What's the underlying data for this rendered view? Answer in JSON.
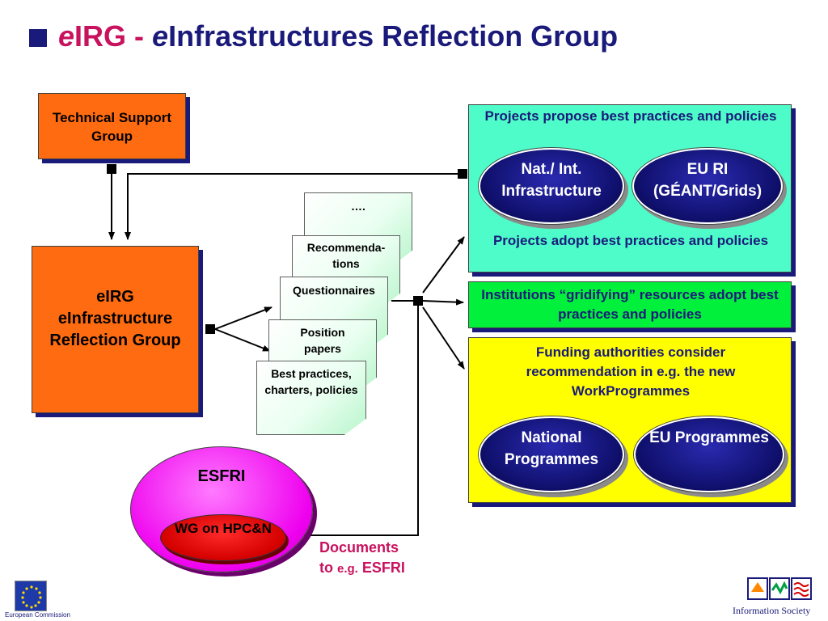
{
  "title": {
    "part1_italic": "e",
    "part1_rest": "IRG",
    "separator": " - ",
    "part2_italic": "e",
    "part2_rest": "Infrastructures Reflection Group"
  },
  "technical_support_group": "Technical Support Group",
  "eirg_box": {
    "line1": "eIRG",
    "line2": "eInfrastructure",
    "line3": "Reflection Group"
  },
  "documents": {
    "doc_dots": "….",
    "doc_recommendations": "Recommenda-tions",
    "doc_questionnaires": "Questionnaires",
    "doc_position_papers": "Position papers",
    "doc_best_practices": "Best practices, charters, policies"
  },
  "projects_box": {
    "top_text": "Projects propose best practices and policies",
    "ellipse_left": "Nat./ Int. Infrastructure",
    "ellipse_right": "EU RI (GÉANT/Grids)",
    "bottom_text": "Projects adopt best practices and policies"
  },
  "institutions_box": {
    "text": "Institutions “gridifying” resources adopt best practices and policies"
  },
  "funding_box": {
    "text": "Funding authorities consider recommendation in e.g. the new WorkProgrammes",
    "ellipse_left": "National Programmes",
    "ellipse_right": "EU Programmes"
  },
  "esfri": {
    "label": "ESFRI",
    "wg_label": "WG on HPC&N"
  },
  "documents_label": {
    "line1": "Documents",
    "line2_prefix": "to ",
    "line2_eg": "e.g.",
    "line2_suffix": " ESFRI"
  },
  "logos": {
    "ec_text": "European Commission",
    "is_text": "Information Society"
  },
  "colors": {
    "navy": "#1a1a7a",
    "magenta_title": "#c8125e",
    "orange": "#ff6b10",
    "aqua": "#4dfcc8",
    "green": "#00f03c",
    "yellow": "#ffff00",
    "esfri_magenta": "#ee00ee",
    "wg_red": "#d40000"
  }
}
